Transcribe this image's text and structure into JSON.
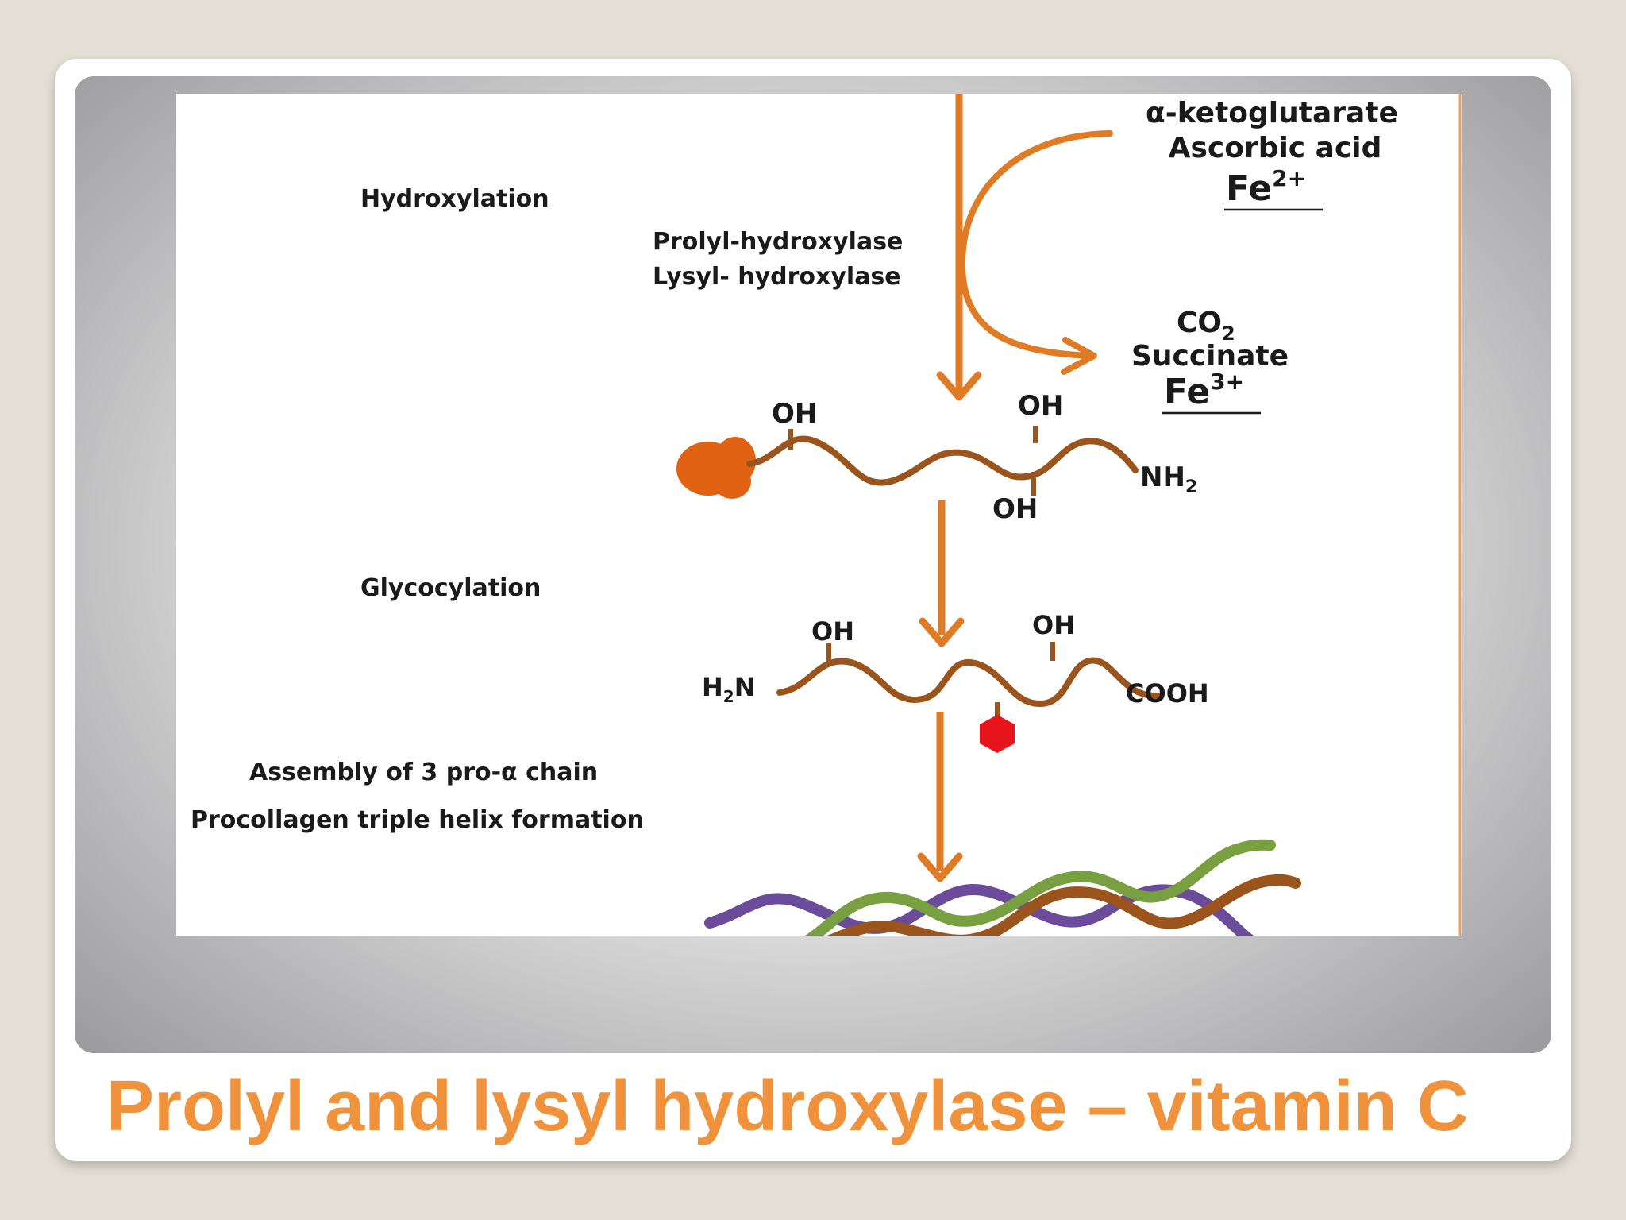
{
  "slide": {
    "title": "Prolyl and lysyl hydroxylase – vitamin C"
  },
  "diagram": {
    "steps": {
      "hydroxylation": "Hydroxylation",
      "glycocylation": "Glycocylation",
      "assembly": "Assembly of 3 pro-α chain",
      "helix": "Procollagen triple helix formation"
    },
    "enzymes": {
      "prolyl": "Prolyl-hydroxylase",
      "lysyl": "Lysyl- hydroxylase"
    },
    "cofactors_in": {
      "ketoglutarate": "α-ketoglutarate",
      "ascorbic": "Ascorbic acid",
      "iron_base": "Fe",
      "iron_charge": "2+"
    },
    "products_out": {
      "co2_base": "CO",
      "co2_sub": "2",
      "succinate": "Succinate",
      "iron_base": "Fe",
      "iron_charge": "3+"
    },
    "chain1": {
      "oh_left": "OH",
      "oh_right": "OH",
      "oh_bottom": "OH",
      "nh2_base": "NH",
      "nh2_sub": "2"
    },
    "chain2": {
      "oh_left": "OH",
      "oh_right": "OH",
      "h2n_h": "H",
      "h2n_sub": "2",
      "h2n_n": "N",
      "cooh": "COOH"
    },
    "colors": {
      "arrow": "#e07b25",
      "chain": "#9a541c",
      "sugar_blob": "#e06212",
      "glycan": "#e8141c",
      "helix_purple": "#6b4c9a",
      "helix_green": "#78a040",
      "helix_brown": "#9a541c",
      "title": "#f0923b"
    }
  }
}
